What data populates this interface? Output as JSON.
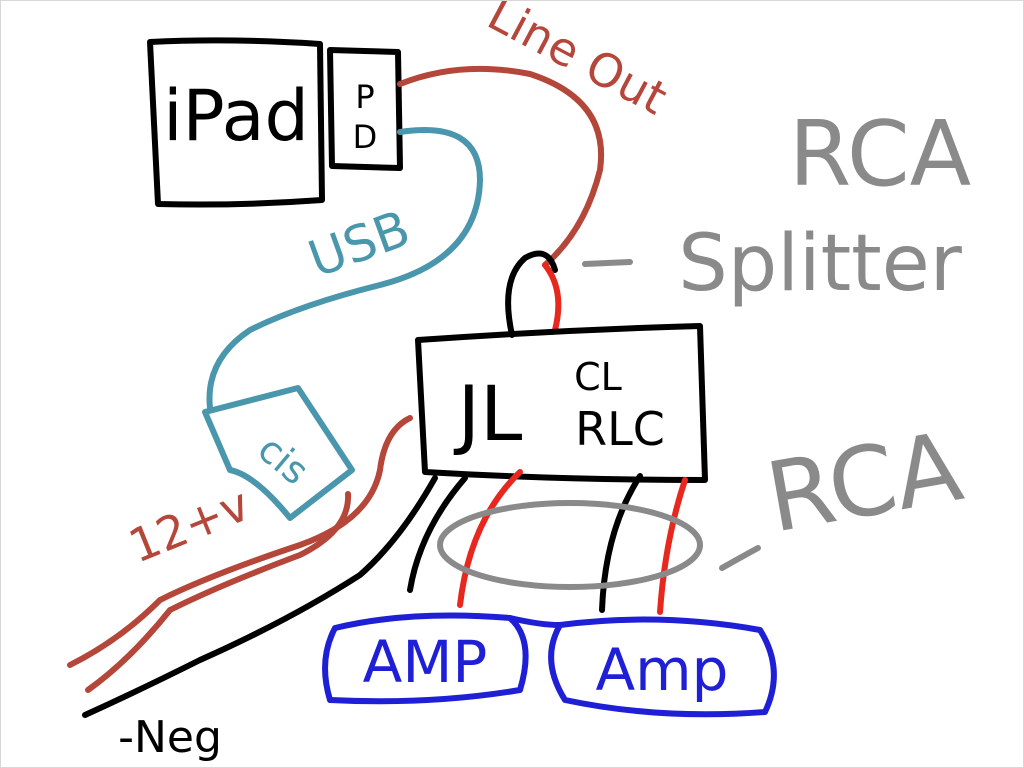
{
  "labels": {
    "ipad": "iPad",
    "line_out": "Line Out",
    "usb": "USB",
    "cis": "cis",
    "power": "12+v",
    "neg": "-Neg",
    "jlc_top": "CL",
    "jlc_bottom": "RLC",
    "jlc_prefix": "JL",
    "rca_splitter_1": "RCA",
    "rca_splitter_2": "Splitter",
    "rca": "RCA",
    "amp_left": "AMP",
    "amp_right": "Amp"
  },
  "colors": {
    "ink": "#000000",
    "line_out_cable": "#b5463a",
    "usb_cable": "#4a97ad",
    "rca_red": "#e8281f",
    "amp_blue": "#1f1fd6",
    "annotation_gray": "#8a8a8a",
    "background": "#ffffff"
  }
}
